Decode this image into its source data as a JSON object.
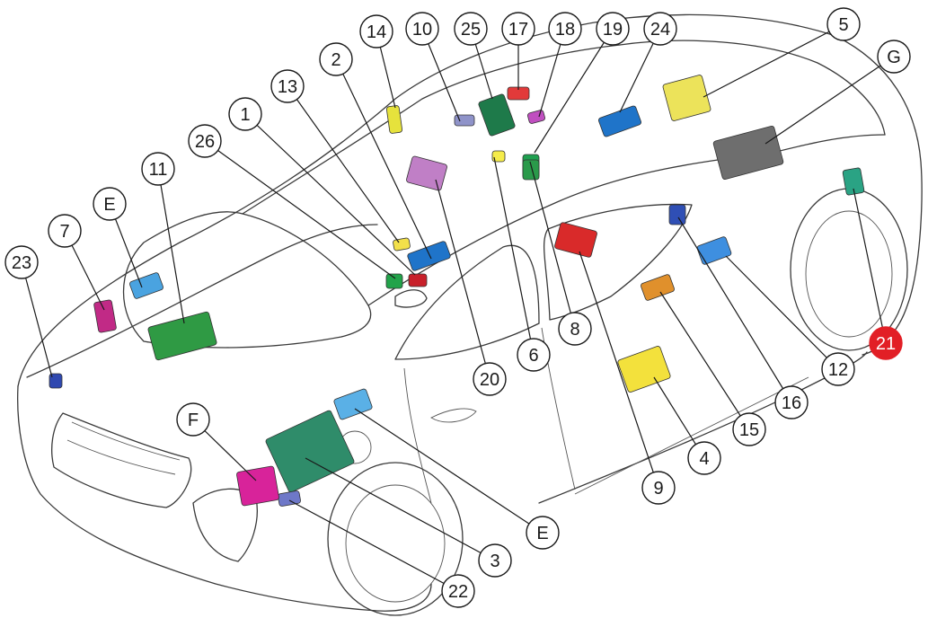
{
  "colors": {
    "background": "#ffffff",
    "car_outline": "#3a3a3a",
    "callout_fill": "#ffffff",
    "callout_stroke": "#1a1a1a",
    "highlight_callout": "#e21f26",
    "highlight_leader": "#e21f26"
  },
  "callouts": [
    {
      "id": "c1",
      "label": "1"
    },
    {
      "id": "c2",
      "label": "2"
    },
    {
      "id": "c3",
      "label": "3"
    },
    {
      "id": "c4",
      "label": "4"
    },
    {
      "id": "c5",
      "label": "5"
    },
    {
      "id": "c6",
      "label": "6"
    },
    {
      "id": "c7",
      "label": "7"
    },
    {
      "id": "c8",
      "label": "8"
    },
    {
      "id": "c9",
      "label": "9"
    },
    {
      "id": "c10",
      "label": "10"
    },
    {
      "id": "c11",
      "label": "11"
    },
    {
      "id": "c12",
      "label": "12"
    },
    {
      "id": "c13",
      "label": "13"
    },
    {
      "id": "c14",
      "label": "14"
    },
    {
      "id": "c15",
      "label": "15"
    },
    {
      "id": "c16",
      "label": "16"
    },
    {
      "id": "c17",
      "label": "17"
    },
    {
      "id": "c18",
      "label": "18"
    },
    {
      "id": "c19",
      "label": "19"
    },
    {
      "id": "c20",
      "label": "20"
    },
    {
      "id": "c21",
      "label": "21",
      "highlighted": true
    },
    {
      "id": "c22",
      "label": "22"
    },
    {
      "id": "c23",
      "label": "23"
    },
    {
      "id": "c24",
      "label": "24"
    },
    {
      "id": "c25",
      "label": "25"
    },
    {
      "id": "c26",
      "label": "26"
    },
    {
      "id": "cE1",
      "label": "E"
    },
    {
      "id": "cE2",
      "label": "E"
    },
    {
      "id": "cF",
      "label": "F"
    },
    {
      "id": "cG",
      "label": "G"
    }
  ],
  "modules": [
    {
      "id": "m1",
      "color": "#c8202a"
    },
    {
      "id": "m2",
      "color": "#1f74c9"
    },
    {
      "id": "m3",
      "color": "#2f8c6a"
    },
    {
      "id": "m4",
      "color": "#f3e13c"
    },
    {
      "id": "m5",
      "color": "#ece35a"
    },
    {
      "id": "m6",
      "color": "#f5ec4a"
    },
    {
      "id": "m7",
      "color": "#c12a86"
    },
    {
      "id": "m8",
      "color": "#1fa050"
    },
    {
      "id": "m9",
      "color": "#d92a2a"
    },
    {
      "id": "m10",
      "color": "#8f93c9"
    },
    {
      "id": "m11",
      "color": "#2f9a44"
    },
    {
      "id": "m12",
      "color": "#3e8fe0"
    },
    {
      "id": "m13",
      "color": "#f2e04a"
    },
    {
      "id": "m14",
      "color": "#e6e23c"
    },
    {
      "id": "m15",
      "color": "#e0902c"
    },
    {
      "id": "m16",
      "color": "#2f4fb5"
    },
    {
      "id": "m17",
      "color": "#e23a3a"
    },
    {
      "id": "m18",
      "color": "#c04fc0"
    },
    {
      "id": "m19",
      "color": "#2a9a4a"
    },
    {
      "id": "m20",
      "color": "#c07fc6"
    },
    {
      "id": "m21",
      "color": "#2aa384"
    },
    {
      "id": "m22",
      "color": "#6e78c8"
    },
    {
      "id": "m23",
      "color": "#2f48b0"
    },
    {
      "id": "m24",
      "color": "#1f74c9"
    },
    {
      "id": "m25",
      "color": "#1e7a4a"
    },
    {
      "id": "m26",
      "color": "#22a34a"
    },
    {
      "id": "mE1",
      "color": "#4aa3e0"
    },
    {
      "id": "mE2",
      "color": "#5ab0e6"
    },
    {
      "id": "mF",
      "color": "#d8239a"
    },
    {
      "id": "mG",
      "color": "#6e6e6e"
    }
  ]
}
